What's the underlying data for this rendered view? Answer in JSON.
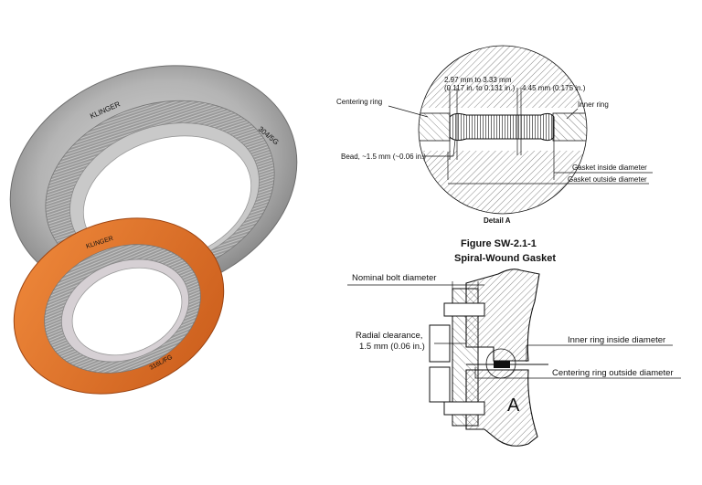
{
  "photo": {
    "outer_gasket_markings": [
      "KLINGER",
      "304/5G"
    ],
    "front_gasket_markings": [
      "KLINGER",
      "316L/FG"
    ]
  },
  "detail_a": {
    "dim_thickness": "2.97 mm to 3.33 mm",
    "dim_thickness_in": "(0.117 in. to 0.131 in.)",
    "dim_width": "4.45 mm (0.175 in.)",
    "centering_ring": "Centering ring",
    "inner_ring": "Inner ring",
    "bead": "Bead, ~1.5 mm (~0.06 in.)",
    "gasket_inside_diameter": "Gasket inside diameter",
    "gasket_outside_diameter": "Gasket outside diameter",
    "title": "Detail A"
  },
  "figure": {
    "number": "Figure SW-2.1-1",
    "title": "Spiral-Wound Gasket"
  },
  "assembly": {
    "nominal_bolt_diameter": "Nominal bolt diameter",
    "radial_clearance_1": "Radial clearance,",
    "radial_clearance_2": "1.5 mm (0.06 in.)",
    "inner_ring_inside_diameter": "Inner ring inside diameter",
    "centering_ring_outside_diameter": "Centering ring outside diameter",
    "detail_marker": "A"
  },
  "colors": {
    "centering_ring_orange": "#E0702A",
    "steel_gray": "#A8A8A8",
    "ink": "#111111"
  }
}
